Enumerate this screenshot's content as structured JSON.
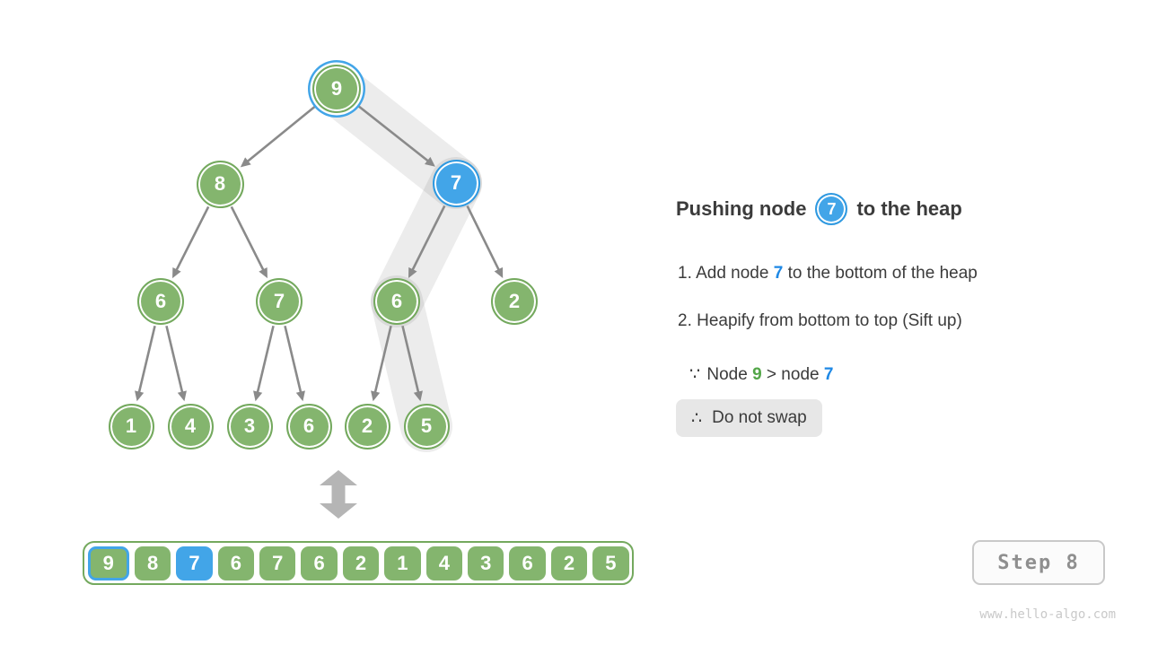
{
  "palette": {
    "green_fill": "#84b56e",
    "green_border": "#74a95e",
    "blue_fill": "#42a5e8",
    "blue_border": "#2f99e0",
    "edge_gray": "#8a8a8a",
    "band_gray": "rgba(0,0,0,0.075)",
    "text_dark": "#3b3b3b",
    "inline_blue": "#1e88e5",
    "inline_green": "#53a648"
  },
  "tree": {
    "nodes": [
      {
        "value": "9",
        "variant": "green",
        "ring": true,
        "on_path": true
      },
      {
        "value": "8",
        "variant": "green",
        "ring": false,
        "on_path": false
      },
      {
        "value": "7",
        "variant": "blue",
        "ring": false,
        "on_path": true
      },
      {
        "value": "6",
        "variant": "green",
        "ring": false,
        "on_path": false
      },
      {
        "value": "7",
        "variant": "green",
        "ring": false,
        "on_path": false
      },
      {
        "value": "6",
        "variant": "green",
        "ring": false,
        "on_path": true
      },
      {
        "value": "2",
        "variant": "green",
        "ring": false,
        "on_path": false
      },
      {
        "value": "1",
        "variant": "green",
        "ring": false,
        "on_path": false
      },
      {
        "value": "4",
        "variant": "green",
        "ring": false,
        "on_path": false
      },
      {
        "value": "3",
        "variant": "green",
        "ring": false,
        "on_path": false
      },
      {
        "value": "6",
        "variant": "green",
        "ring": false,
        "on_path": false
      },
      {
        "value": "2",
        "variant": "green",
        "ring": false,
        "on_path": false
      },
      {
        "value": "5",
        "variant": "green",
        "ring": false,
        "on_path": true
      }
    ]
  },
  "array": {
    "cells": [
      {
        "value": "9",
        "variant": "green",
        "blue_border": true
      },
      {
        "value": "8",
        "variant": "green",
        "blue_border": false
      },
      {
        "value": "7",
        "variant": "blue",
        "blue_border": false
      },
      {
        "value": "6",
        "variant": "green",
        "blue_border": false
      },
      {
        "value": "7",
        "variant": "green",
        "blue_border": false
      },
      {
        "value": "6",
        "variant": "green",
        "blue_border": false
      },
      {
        "value": "2",
        "variant": "green",
        "blue_border": false
      },
      {
        "value": "1",
        "variant": "green",
        "blue_border": false
      },
      {
        "value": "4",
        "variant": "green",
        "blue_border": false
      },
      {
        "value": "3",
        "variant": "green",
        "blue_border": false
      },
      {
        "value": "6",
        "variant": "green",
        "blue_border": false
      },
      {
        "value": "2",
        "variant": "green",
        "blue_border": false
      },
      {
        "value": "5",
        "variant": "green",
        "blue_border": false
      }
    ]
  },
  "panel": {
    "title": {
      "prefix": "Pushing node",
      "badge": "7",
      "suffix": "to the heap"
    },
    "steps": [
      {
        "num": "1.",
        "segments": [
          {
            "text": "Add node "
          },
          {
            "text": "7",
            "color": "blue"
          },
          {
            "text": " to the bottom of the heap"
          }
        ]
      },
      {
        "num": "2.",
        "segments": [
          {
            "text": "Heapify from bottom to top (Sift up)"
          }
        ]
      }
    ],
    "because": {
      "symbol": "∵",
      "segments": [
        {
          "text": "Node "
        },
        {
          "text": "9",
          "color": "green"
        },
        {
          "text": " > node "
        },
        {
          "text": "7",
          "color": "blue"
        }
      ]
    },
    "therefore": {
      "symbol": "∴",
      "text": "Do not swap"
    }
  },
  "step_badge": "Step 8",
  "watermark": "www.hello-algo.com"
}
